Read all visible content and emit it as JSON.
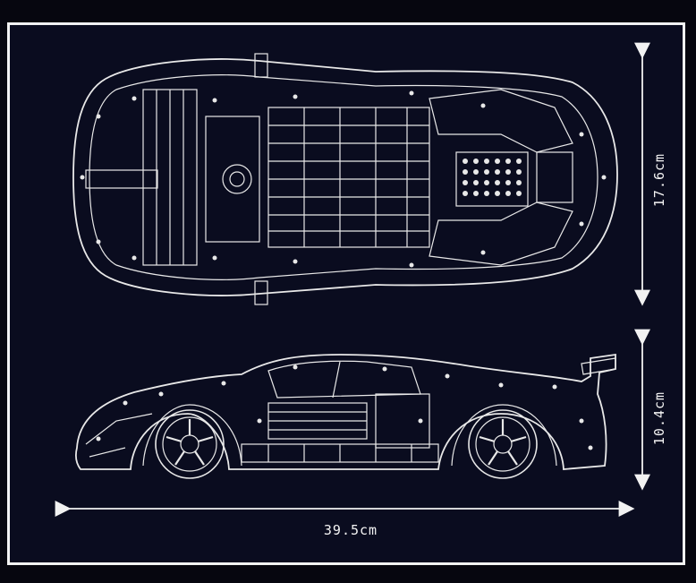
{
  "dimensions": {
    "top_view_height": "17.6cm",
    "side_view_height": "10.4cm",
    "length": "39.5cm"
  },
  "colors": {
    "background": "#0a0c1f",
    "outer": "#06060f",
    "line": "#f2f2f2"
  }
}
